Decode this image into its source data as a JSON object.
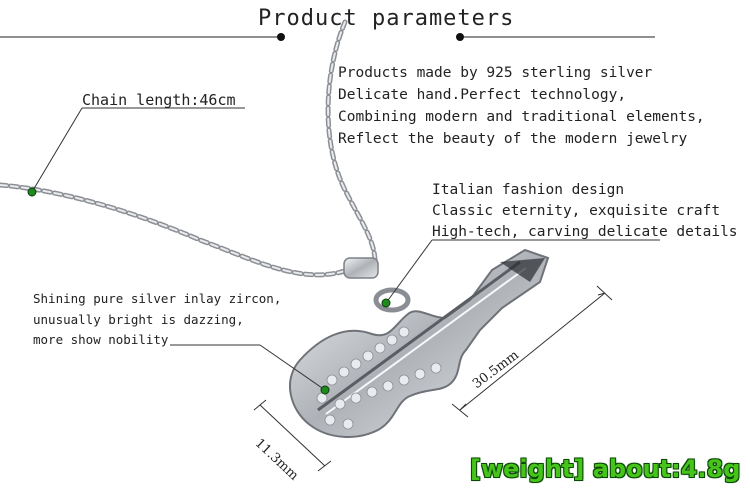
{
  "header": {
    "title": "Product parameters"
  },
  "intro_lines": [
    "Products made by 925 sterling silver",
    "Delicate hand.Perfect technology,",
    "Combining modern and traditional elements,",
    "Reflect the beauty of the modern jewelry"
  ],
  "chain_length": "Chain length:46cm",
  "design_lines": [
    "Italian fashion design",
    "Classic eternity, exquisite craft",
    "High-tech, carving delicate details"
  ],
  "zircon_lines": [
    "Shining pure silver inlay zircon,",
    "unusually bright is dazzing,",
    "more show nobility"
  ],
  "dimensions": {
    "length": "30.5mm",
    "width": "11.3mm"
  },
  "weight": "[weight] about:4.8g",
  "colors": {
    "marker_dot": "#1e8a1e",
    "weight_text": "#46c41a",
    "silver": "#c9ccd0"
  }
}
